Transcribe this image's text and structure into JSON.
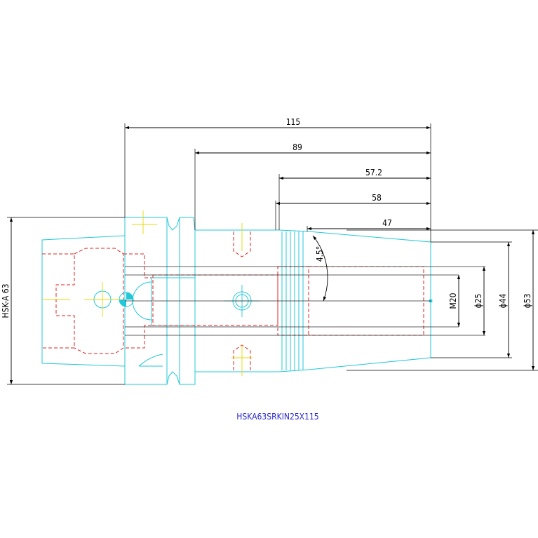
{
  "title": "HSKA63SRKIN25X115",
  "dimensions": {
    "length_total": "115",
    "length_89": "89",
    "length_57_2": "57.2",
    "length_58": "58",
    "length_47": "47",
    "angle": "4.5°",
    "thread": "M20",
    "dia_25": "ϕ25",
    "dia_44": "ϕ44",
    "dia_53": "ϕ53",
    "shank": "HSK-A 63"
  },
  "colors": {
    "body_outline": "#22c8d8",
    "hidden_lines": "#e02020",
    "dimension_lines": "#000000",
    "caption": "#2a2ad0",
    "axis_marks": "#e8d800"
  }
}
